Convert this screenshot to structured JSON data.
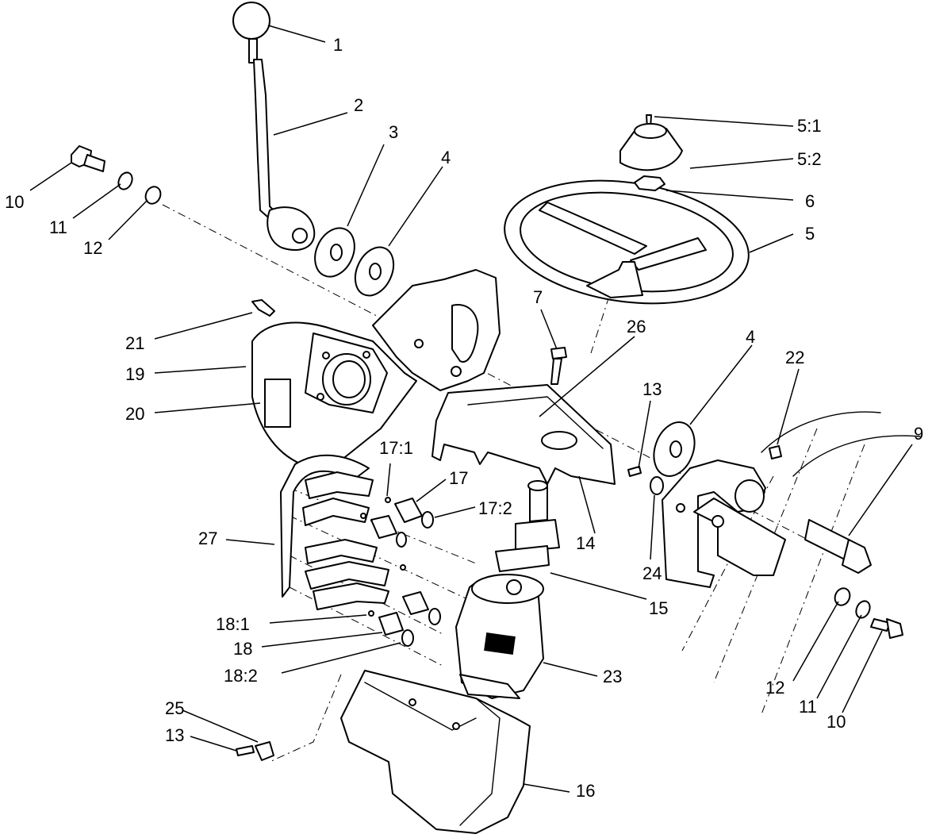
{
  "labels": {
    "l1": "1",
    "l2": "2",
    "l3": "3",
    "l4a": "4",
    "l4b": "4",
    "l5": "5",
    "l5_1": "5:1",
    "l5_2": "5:2",
    "l6": "6",
    "l7": "7",
    "l9": "9",
    "l10a": "10",
    "l10b": "10",
    "l11a": "11",
    "l11b": "11",
    "l12a": "12",
    "l12b": "12",
    "l13a": "13",
    "l13b": "13",
    "l14": "14",
    "l15": "15",
    "l16": "16",
    "l17": "17",
    "l17_1": "17:1",
    "l17_2": "17:2",
    "l18": "18",
    "l18_1": "18:1",
    "l18_2": "18:2",
    "l19": "19",
    "l20": "20",
    "l21": "21",
    "l22": "22",
    "l23": "23",
    "l24": "24",
    "l25": "25",
    "l26": "26",
    "l27": "27"
  }
}
